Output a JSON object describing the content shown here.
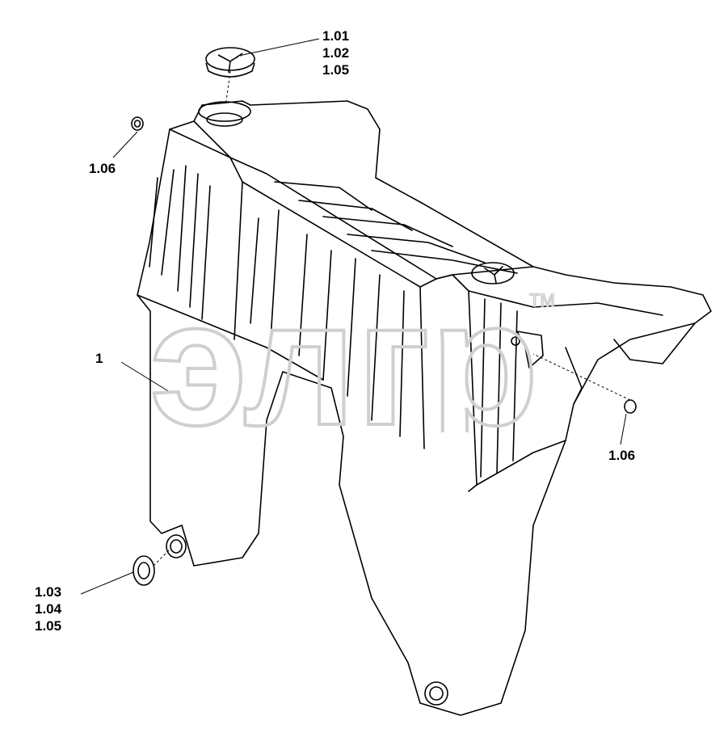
{
  "callouts": {
    "cap_top": [
      "1.01",
      "1.02",
      "1.05"
    ],
    "plug_left": "1.06",
    "plug_right": "1.06",
    "tank": "1",
    "drain_cap": [
      "1.03",
      "1.04",
      "1.05"
    ]
  },
  "watermark": {
    "text": "элгр",
    "trademark": "TM",
    "color": "#d9d9d9"
  },
  "colors": {
    "line": "#000000",
    "background": "#ffffff"
  }
}
